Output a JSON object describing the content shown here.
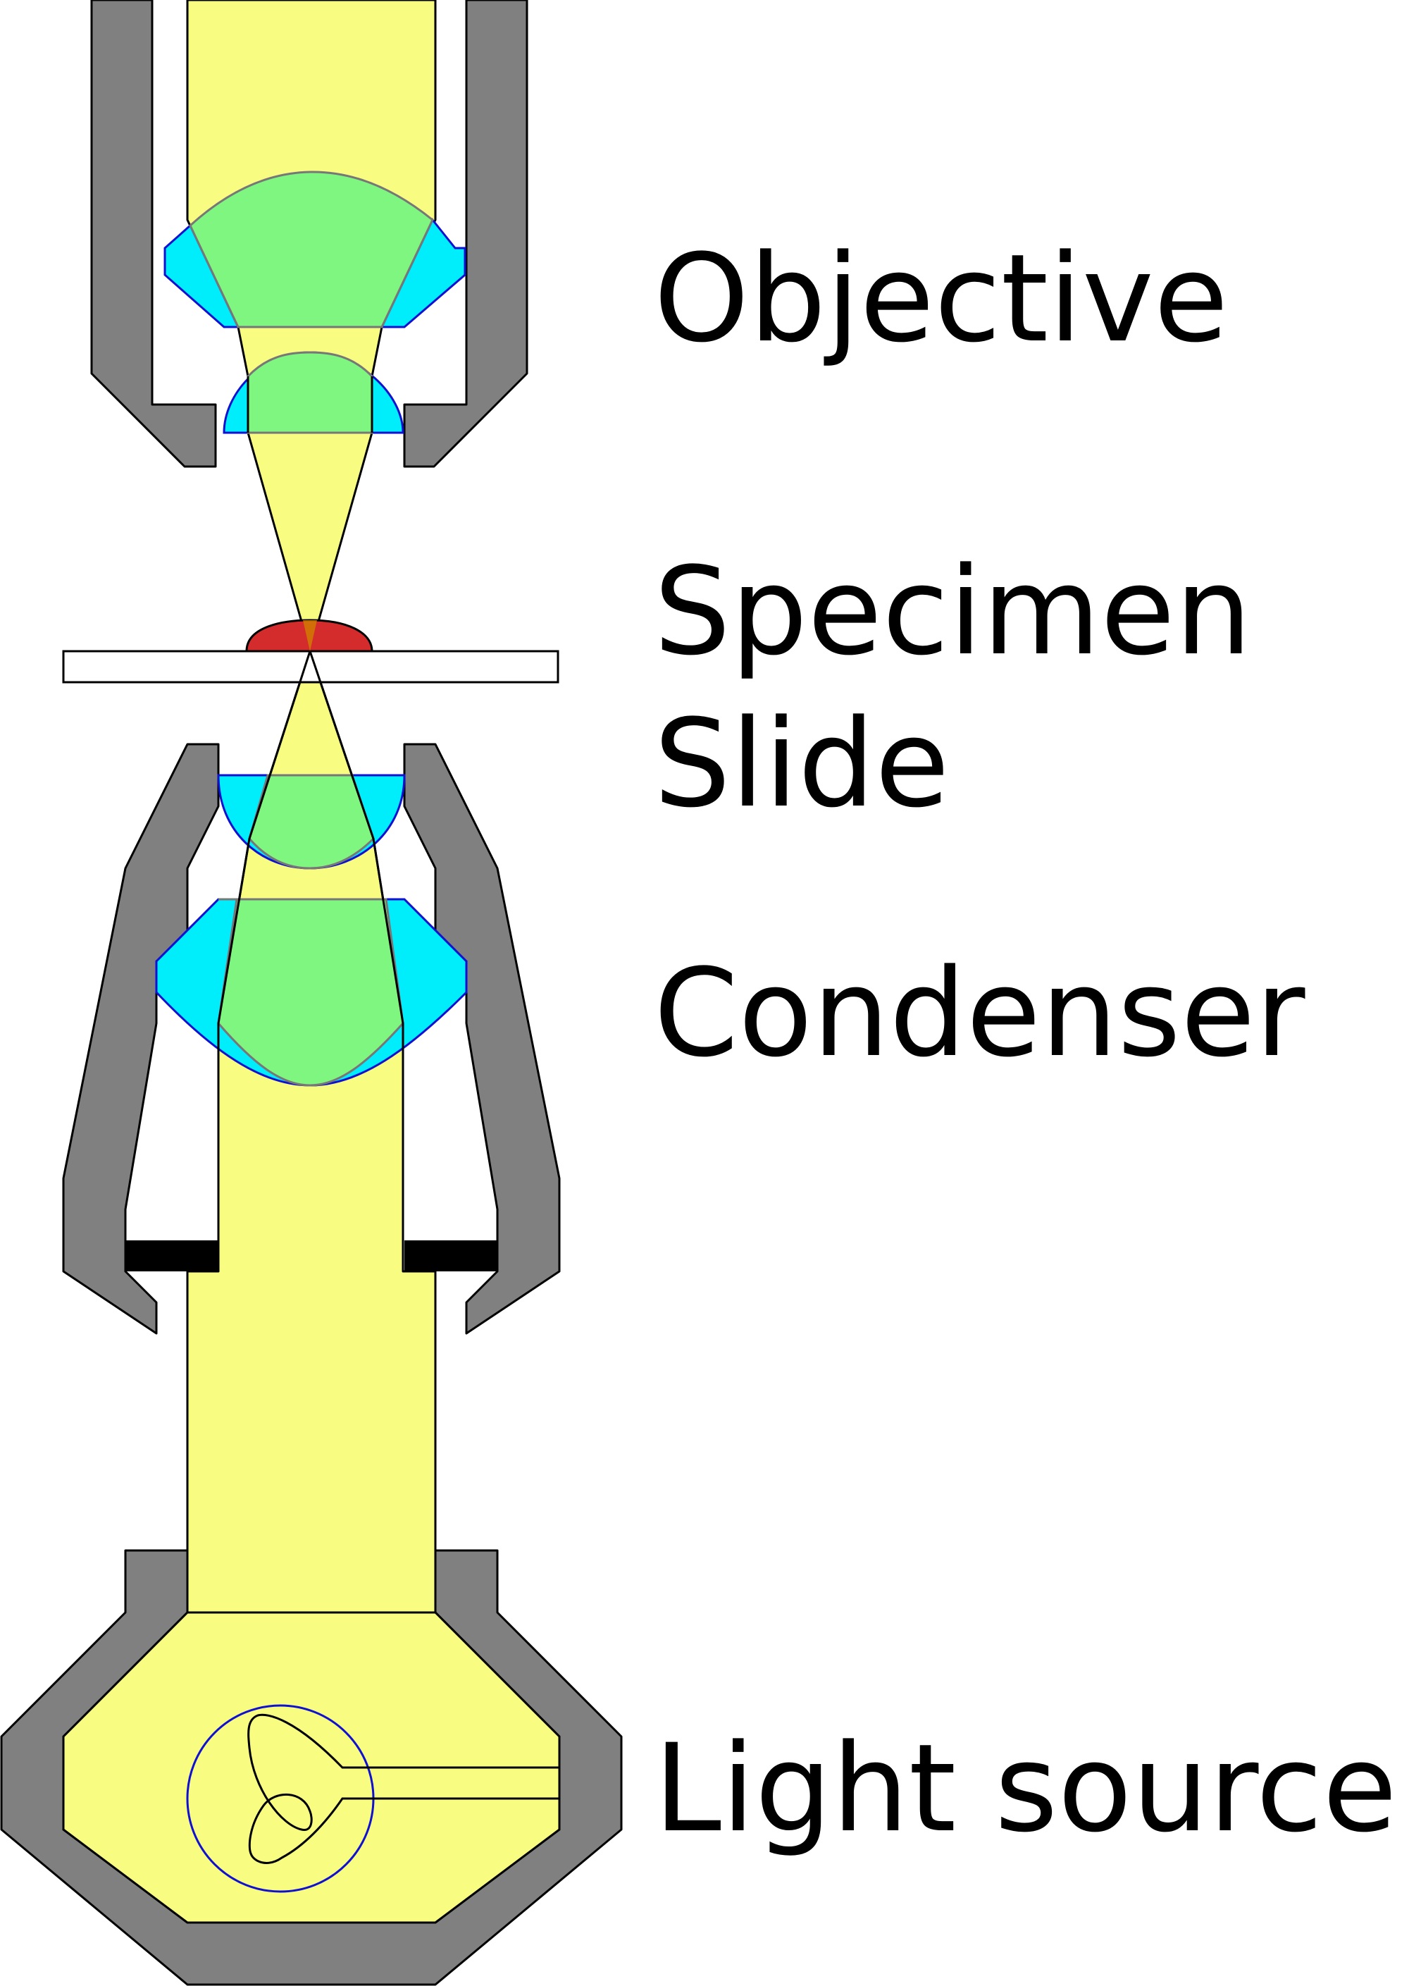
{
  "labels": {
    "objective": "Objective",
    "specimen": "Specimen",
    "slide": "Slide",
    "condenser": "Condenser",
    "light_source": "Light source"
  },
  "colors": {
    "housing": "#808080",
    "light": "#f8fc80",
    "lens_glass": "#00eefc",
    "lens_overlap": "#7ff67f",
    "specimen": "#d42c2c",
    "slide": "#ffffff",
    "diaphragm": "#000000",
    "bulb_outline": "#1010d0"
  }
}
